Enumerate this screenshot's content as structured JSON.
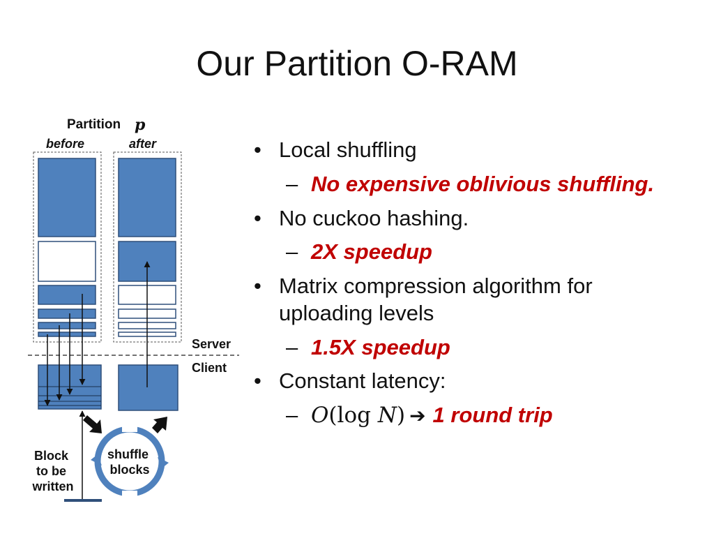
{
  "slide": {
    "title": "Our Partition O-RAM"
  },
  "diagram": {
    "partition_label": "Partition",
    "partition_var": "p",
    "before_label": "before",
    "after_label": "after",
    "server_label": "Server",
    "client_label": "Client",
    "block_label_lines": [
      "Block",
      "to be",
      "written"
    ],
    "shuffle_label_lines": [
      "shuffle",
      "blocks"
    ],
    "colors": {
      "block_fill": "#4f81bd",
      "block_stroke": "#2f4f7a",
      "text": "#111111"
    }
  },
  "bullets": {
    "b1": {
      "text": "Local shuffling",
      "sub": "No expensive oblivious shuffling."
    },
    "b2": {
      "text": "No cuckoo hashing.",
      "sub": "2X speedup"
    },
    "b3": {
      "text_line1": "Matrix compression algorithm for",
      "text_line2": "uploading levels",
      "sub": "1.5X speedup"
    },
    "b4": {
      "text": "Constant latency:",
      "math_O": "O",
      "math_paren_open": "(",
      "math_log": "log",
      "math_N": "N",
      "math_paren_close": ")",
      "arrow": "➔",
      "sub": "1 round trip"
    },
    "dash": "–"
  }
}
